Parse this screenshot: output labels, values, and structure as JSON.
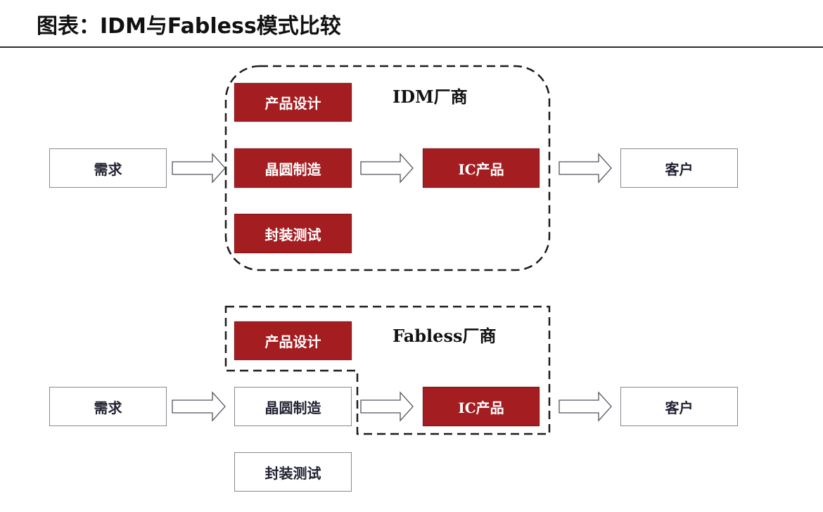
{
  "title": "图表：IDM与Fabless模式比较",
  "colors": {
    "accent_red": "#a31d21",
    "outline": "#8a8690",
    "dash": "#1a1a22"
  },
  "idm": {
    "label": "IDM厂商",
    "demand": "需求",
    "design": "产品设计",
    "wafer": "晶圆制造",
    "package": "封装测试",
    "ic_product": "IC产品",
    "customer": "客户"
  },
  "fabless": {
    "label": "Fabless厂商",
    "demand": "需求",
    "design": "产品设计",
    "wafer": "晶圆制造",
    "package": "封装测试",
    "ic_product": "IC产品",
    "customer": "客户"
  }
}
